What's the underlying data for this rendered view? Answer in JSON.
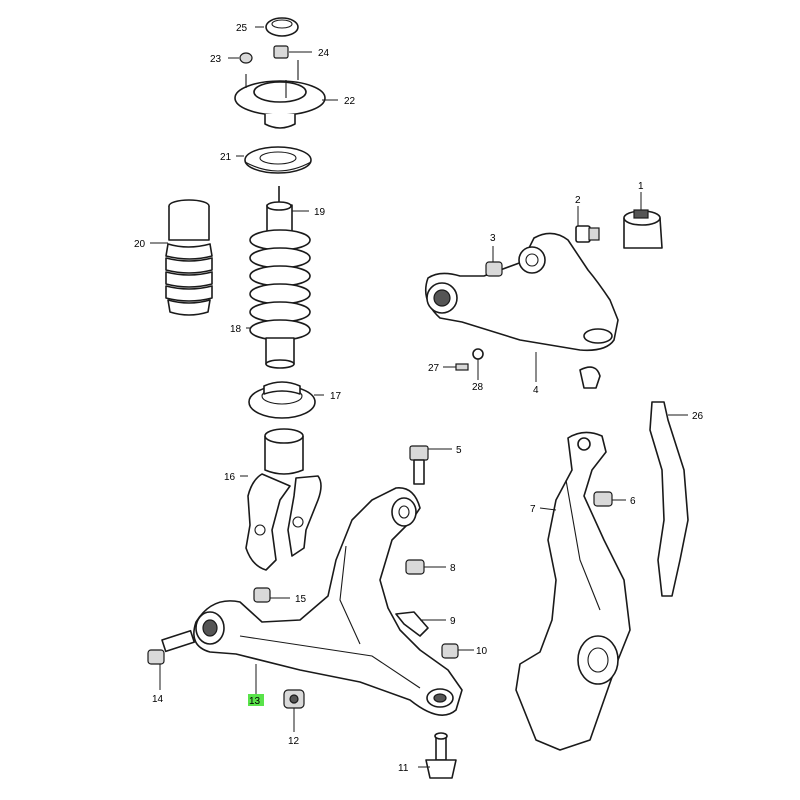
{
  "highlight_color": "#59e34a",
  "callouts": {
    "c1": "1",
    "c2": "2",
    "c3": "3",
    "c4": "4",
    "c5": "5",
    "c6": "6",
    "c7": "7",
    "c8": "8",
    "c9": "9",
    "c10": "10",
    "c11": "11",
    "c12": "12",
    "c13": "13",
    "c14": "14",
    "c15": "15",
    "c16": "16",
    "c17": "17",
    "c18": "18",
    "c19": "19",
    "c20": "20",
    "c21": "21",
    "c22": "22",
    "c23": "23",
    "c24": "24",
    "c25": "25",
    "c26": "26",
    "c27": "27",
    "c28": "28"
  },
  "highlighted_callout": "13"
}
